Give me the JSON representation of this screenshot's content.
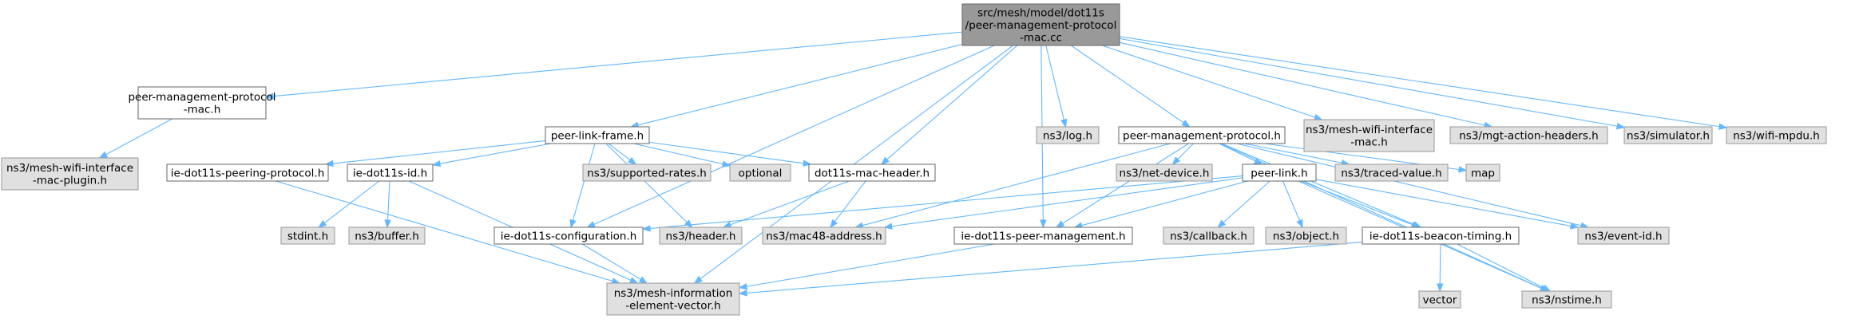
{
  "diagram": {
    "type": "include-dependency-graph",
    "nodes": [
      {
        "id": "root",
        "kind": "root",
        "lines": [
          "src/mesh/model/dot11s",
          "/peer-management-protocol",
          "-mac.cc"
        ]
      },
      {
        "id": "pmp_mac_h",
        "kind": "file",
        "lines": [
          "peer-management-protocol",
          "-mac.h"
        ]
      },
      {
        "id": "peer_link_frame_h",
        "kind": "file",
        "lines": [
          "peer-link-frame.h"
        ]
      },
      {
        "id": "log_h",
        "kind": "ext",
        "lines": [
          "ns3/log.h"
        ]
      },
      {
        "id": "pmp_h",
        "kind": "file",
        "lines": [
          "peer-management-protocol.h"
        ]
      },
      {
        "id": "mesh_wifi_iface_mac_h",
        "kind": "ext",
        "lines": [
          "ns3/mesh-wifi-interface",
          "-mac.h"
        ]
      },
      {
        "id": "mgt_action_headers_h",
        "kind": "ext",
        "lines": [
          "ns3/mgt-action-headers.h"
        ]
      },
      {
        "id": "simulator_h",
        "kind": "ext",
        "lines": [
          "ns3/simulator.h"
        ]
      },
      {
        "id": "wifi_mpdu_h",
        "kind": "ext",
        "lines": [
          "ns3/wifi-mpdu.h"
        ]
      },
      {
        "id": "mesh_wifi_iface_mac_plugin_h",
        "kind": "ext",
        "lines": [
          "ns3/mesh-wifi-interface",
          "-mac-plugin.h"
        ]
      },
      {
        "id": "ie_peering_protocol_h",
        "kind": "file",
        "lines": [
          "ie-dot11s-peering-protocol.h"
        ]
      },
      {
        "id": "ie_id_h",
        "kind": "file",
        "lines": [
          "ie-dot11s-id.h"
        ]
      },
      {
        "id": "supported_rates_h",
        "kind": "ext",
        "lines": [
          "ns3/supported-rates.h"
        ]
      },
      {
        "id": "optional",
        "kind": "ext",
        "lines": [
          "optional"
        ]
      },
      {
        "id": "mac_header_h",
        "kind": "file",
        "lines": [
          "dot11s-mac-header.h"
        ]
      },
      {
        "id": "net_device_h",
        "kind": "ext",
        "lines": [
          "ns3/net-device.h"
        ]
      },
      {
        "id": "peer_link_h",
        "kind": "file",
        "lines": [
          "peer-link.h"
        ]
      },
      {
        "id": "traced_value_h",
        "kind": "ext",
        "lines": [
          "ns3/traced-value.h"
        ]
      },
      {
        "id": "map",
        "kind": "ext",
        "lines": [
          "map"
        ]
      },
      {
        "id": "stdint_h",
        "kind": "ext",
        "lines": [
          "stdint.h"
        ]
      },
      {
        "id": "buffer_h",
        "kind": "ext",
        "lines": [
          "ns3/buffer.h"
        ]
      },
      {
        "id": "ie_configuration_h",
        "kind": "file",
        "lines": [
          "ie-dot11s-configuration.h"
        ]
      },
      {
        "id": "header_h",
        "kind": "ext",
        "lines": [
          "ns3/header.h"
        ]
      },
      {
        "id": "mac48_address_h",
        "kind": "ext",
        "lines": [
          "ns3/mac48-address.h"
        ]
      },
      {
        "id": "ie_peer_management_h",
        "kind": "file",
        "lines": [
          "ie-dot11s-peer-management.h"
        ]
      },
      {
        "id": "callback_h",
        "kind": "ext",
        "lines": [
          "ns3/callback.h"
        ]
      },
      {
        "id": "object_h",
        "kind": "ext",
        "lines": [
          "ns3/object.h"
        ]
      },
      {
        "id": "ie_beacon_timing_h",
        "kind": "file",
        "lines": [
          "ie-dot11s-beacon-timing.h"
        ]
      },
      {
        "id": "event_id_h",
        "kind": "ext",
        "lines": [
          "ns3/event-id.h"
        ]
      },
      {
        "id": "mesh_info_element_vector_h",
        "kind": "ext",
        "lines": [
          "ns3/mesh-information",
          "-element-vector.h"
        ]
      },
      {
        "id": "vector",
        "kind": "ext",
        "lines": [
          "vector"
        ]
      },
      {
        "id": "nstime_h",
        "kind": "ext",
        "lines": [
          "ns3/nstime.h"
        ]
      }
    ],
    "edges": [
      [
        "root",
        "pmp_mac_h"
      ],
      [
        "root",
        "peer_link_frame_h"
      ],
      [
        "root",
        "ie_configuration_h"
      ],
      [
        "root",
        "mac_header_h"
      ],
      [
        "root",
        "mesh_info_element_vector_h"
      ],
      [
        "root",
        "log_h"
      ],
      [
        "root",
        "pmp_h"
      ],
      [
        "root",
        "ie_peer_management_h"
      ],
      [
        "root",
        "mesh_wifi_iface_mac_h"
      ],
      [
        "root",
        "mgt_action_headers_h"
      ],
      [
        "root",
        "simulator_h"
      ],
      [
        "root",
        "wifi_mpdu_h"
      ],
      [
        "pmp_mac_h",
        "mesh_wifi_iface_mac_plugin_h"
      ],
      [
        "peer_link_frame_h",
        "ie_peering_protocol_h"
      ],
      [
        "peer_link_frame_h",
        "ie_id_h"
      ],
      [
        "peer_link_frame_h",
        "ie_configuration_h"
      ],
      [
        "peer_link_frame_h",
        "header_h"
      ],
      [
        "peer_link_frame_h",
        "supported_rates_h"
      ],
      [
        "peer_link_frame_h",
        "optional"
      ],
      [
        "peer_link_frame_h",
        "mac_header_h"
      ],
      [
        "ie_peering_protocol_h",
        "mesh_info_element_vector_h"
      ],
      [
        "ie_id_h",
        "stdint_h"
      ],
      [
        "ie_id_h",
        "buffer_h"
      ],
      [
        "ie_id_h",
        "mesh_info_element_vector_h"
      ],
      [
        "ie_configuration_h",
        "mesh_info_element_vector_h"
      ],
      [
        "mac_header_h",
        "header_h"
      ],
      [
        "mac_header_h",
        "mac48_address_h"
      ],
      [
        "pmp_h",
        "net_device_h"
      ],
      [
        "pmp_h",
        "peer_link_h"
      ],
      [
        "pmp_h",
        "traced_value_h"
      ],
      [
        "pmp_h",
        "map"
      ],
      [
        "pmp_h",
        "mac48_address_h"
      ],
      [
        "pmp_h",
        "ie_peer_management_h"
      ],
      [
        "pmp_h",
        "event_id_h"
      ],
      [
        "pmp_h",
        "ie_beacon_timing_h"
      ],
      [
        "pmp_h",
        "nstime_h"
      ],
      [
        "peer_link_h",
        "ie_configuration_h"
      ],
      [
        "peer_link_h",
        "mac48_address_h"
      ],
      [
        "peer_link_h",
        "ie_peer_management_h"
      ],
      [
        "peer_link_h",
        "callback_h"
      ],
      [
        "peer_link_h",
        "object_h"
      ],
      [
        "peer_link_h",
        "ie_beacon_timing_h"
      ],
      [
        "peer_link_h",
        "event_id_h"
      ],
      [
        "peer_link_h",
        "nstime_h"
      ],
      [
        "ie_peer_management_h",
        "mesh_info_element_vector_h"
      ],
      [
        "ie_beacon_timing_h",
        "mesh_info_element_vector_h"
      ],
      [
        "ie_beacon_timing_h",
        "vector"
      ],
      [
        "ie_beacon_timing_h",
        "nstime_h"
      ]
    ]
  }
}
